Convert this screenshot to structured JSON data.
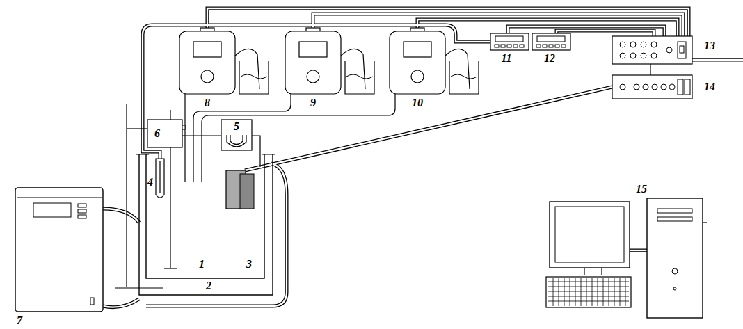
{
  "diagram": {
    "labels": [
      "8",
      "9",
      "10",
      "11",
      "12",
      "13",
      "14",
      "6",
      "5",
      "15",
      "4",
      "1",
      "3",
      "7",
      "2"
    ]
  }
}
